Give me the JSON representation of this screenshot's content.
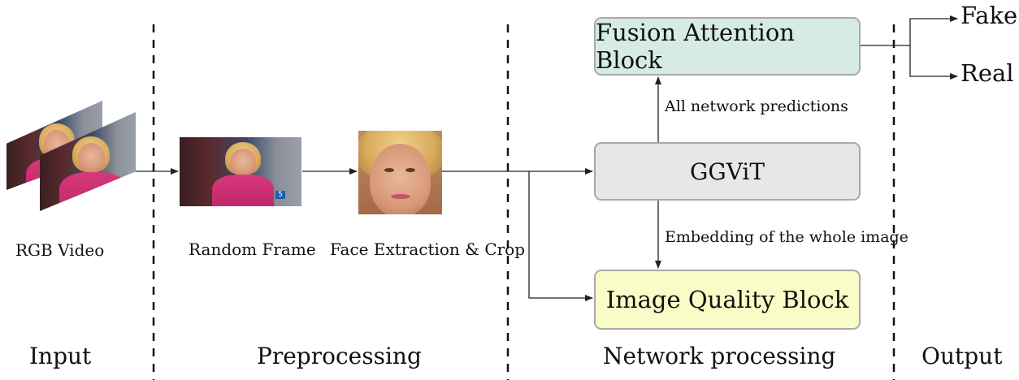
{
  "labels": {
    "rgb_video": "RGB Video",
    "random_frame": "Random Frame",
    "face_extraction": "Face Extraction & Crop",
    "all_predictions": "All network predictions",
    "embedding": "Embedding of  the whole image"
  },
  "blocks": {
    "fusion": "Fusion Attention Block",
    "ggvit": "GGViT",
    "image_quality": "Image Quality Block"
  },
  "outputs": {
    "fake": "Fake",
    "real": "Real"
  },
  "sections": {
    "input": "Input",
    "preprocessing": "Preprocessing",
    "network": "Network processing",
    "output": "Output"
  },
  "colors": {
    "fusion_fill": "#d6ebe6",
    "ggvit_fill": "#e7e7e7",
    "image_quality_fill": "#fafcc7",
    "box_border": "#a9a9a9"
  },
  "icons": {
    "logo": "channel-5-logo"
  }
}
